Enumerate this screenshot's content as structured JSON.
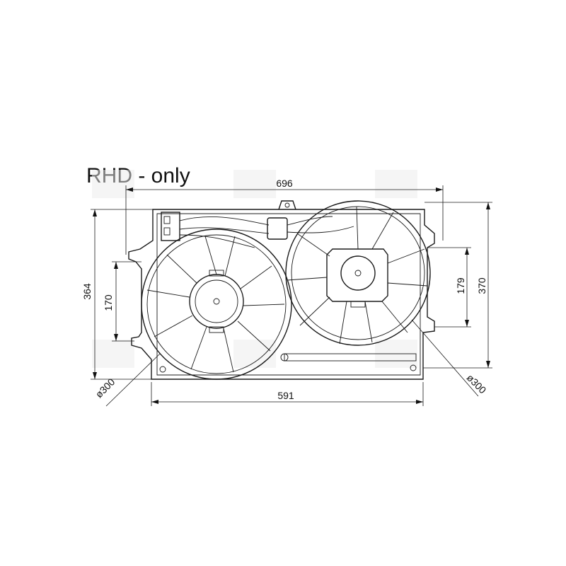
{
  "title": "RHD - only",
  "dimensions": {
    "overall_width": "696",
    "shroud_width": "591",
    "overall_height_left": "364",
    "overall_height_right": "370",
    "hub_height_left": "170",
    "hub_height_right": "179",
    "fan_diameter_left": "ø300",
    "fan_diameter_right": "ø300"
  }
}
